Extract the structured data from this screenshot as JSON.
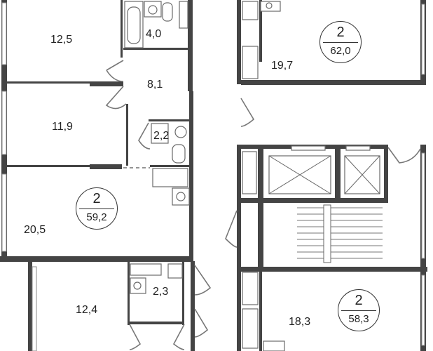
{
  "rooms": {
    "r1": "12,5",
    "r2": "4,0",
    "r3": "8,1",
    "r4": "11,9",
    "r5": "2,2",
    "r6": "20,5",
    "r7": "12,4",
    "r8": "2,3",
    "r9": "19,7",
    "r10": "18,3"
  },
  "apartments": {
    "a1": {
      "rooms": "2",
      "area": "59,2"
    },
    "a2": {
      "rooms": "2",
      "area": "62,0"
    },
    "a3": {
      "rooms": "2",
      "area": "58,3"
    }
  },
  "colors": {
    "wall": "#444444",
    "line": "#333333",
    "background": "#ffffff"
  }
}
